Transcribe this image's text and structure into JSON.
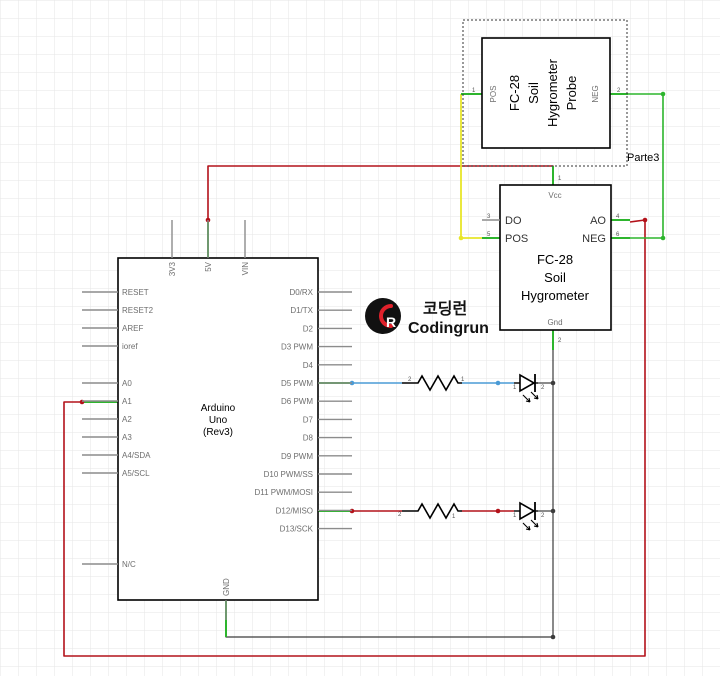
{
  "arduino": {
    "name_lines": [
      "Arduino",
      "Uno",
      "(Rev3)"
    ],
    "left_pins": [
      "RESET",
      "RESET2",
      "AREF",
      "ioref",
      "A0",
      "A1",
      "A2",
      "A3",
      "A4/SDA",
      "A5/SCL",
      "N/C"
    ],
    "right_pins": [
      "D0/RX",
      "D1/TX",
      "D2",
      "D3 PWM",
      "D4",
      "D5 PWM",
      "D6 PWM",
      "D7",
      "D8",
      "D9 PWM",
      "D10 PWM/SS",
      "D11 PWM/MOSI",
      "D12/MISO",
      "D13/SCK"
    ],
    "top_pins": [
      "3V3",
      "5V",
      "VIN"
    ],
    "bottom_pin": "GND"
  },
  "probe": {
    "name_lines": [
      "FC-28",
      "Soil",
      "Hygrometer",
      "Probe"
    ],
    "pin_pos": "POS",
    "pin_neg": "NEG",
    "num_pos": "1",
    "num_neg": "2",
    "part_label": "Parte3"
  },
  "module": {
    "name_lines": [
      "FC-28",
      "Soil",
      "Hygrometer"
    ],
    "vcc": "Vcc",
    "gnd": "Gnd",
    "do": "DO",
    "pos": "POS",
    "ao": "AO",
    "neg": "NEG",
    "num_vcc": "1",
    "num_gnd": "2",
    "num_do": "3",
    "num_pos": "5",
    "num_ao": "4",
    "num_neg": "6"
  },
  "resistor_pin_numbers": [
    "2",
    "1"
  ],
  "led_pin_numbers": [
    "1",
    "2"
  ],
  "logo": {
    "korean": "코딩런",
    "english": "Codingrun"
  },
  "colors": {
    "grid": "#e6e6e6",
    "wire_red": "#b3121a",
    "wire_green": "#2db52d",
    "wire_yellow": "#e8e62a",
    "wire_blue": "#4a9bd6",
    "wire_black": "#3c3c3c",
    "pin_gray": "#8c8c8c"
  }
}
